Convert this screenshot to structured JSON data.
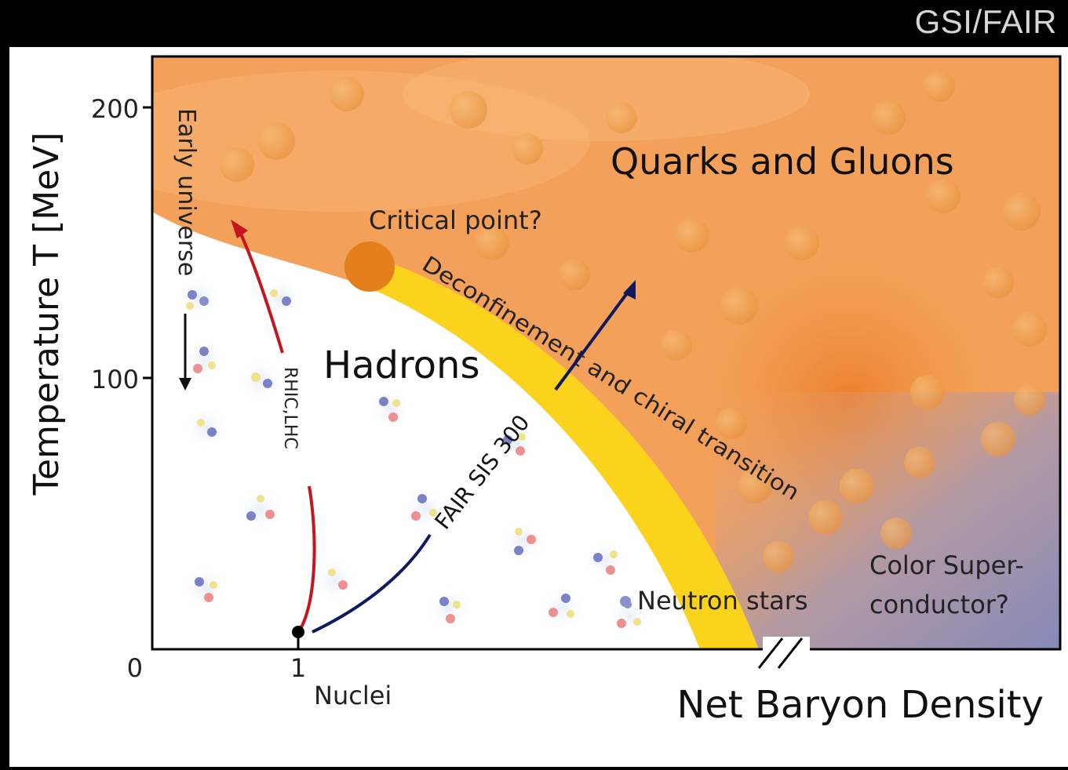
{
  "credit": "GSI/FAIR",
  "axes": {
    "y_label": "Temperature T [MeV]",
    "y_ticks": [
      "200",
      "100",
      "0"
    ],
    "x_label": "Net Baryon Density",
    "x_tick_1": "1",
    "x_tick_1_note": "Nuclei"
  },
  "regions": {
    "hadrons": "Hadrons",
    "quarks_gluons": "Quarks and Gluons",
    "color_superconductor_line1": "Color Super-",
    "color_superconductor_line2": "conductor?",
    "neutron_stars": "Neutron stars"
  },
  "annotations": {
    "critical_point": "Critical point?",
    "transition": "Deconfinement and chiral transition",
    "early_universe": "Early universe",
    "rhic_lhc": "RHIC,LHC",
    "fair": "FAIR SIS 300"
  },
  "colors": {
    "qgp_orange": "#f3a25a",
    "transition_yellow": "#fbd21c",
    "critical_point": "#e3801c",
    "superconductor": "#8c90b8",
    "rhic_arrow": "#c4161c",
    "fair_arrow": "#0d1a5e"
  }
}
